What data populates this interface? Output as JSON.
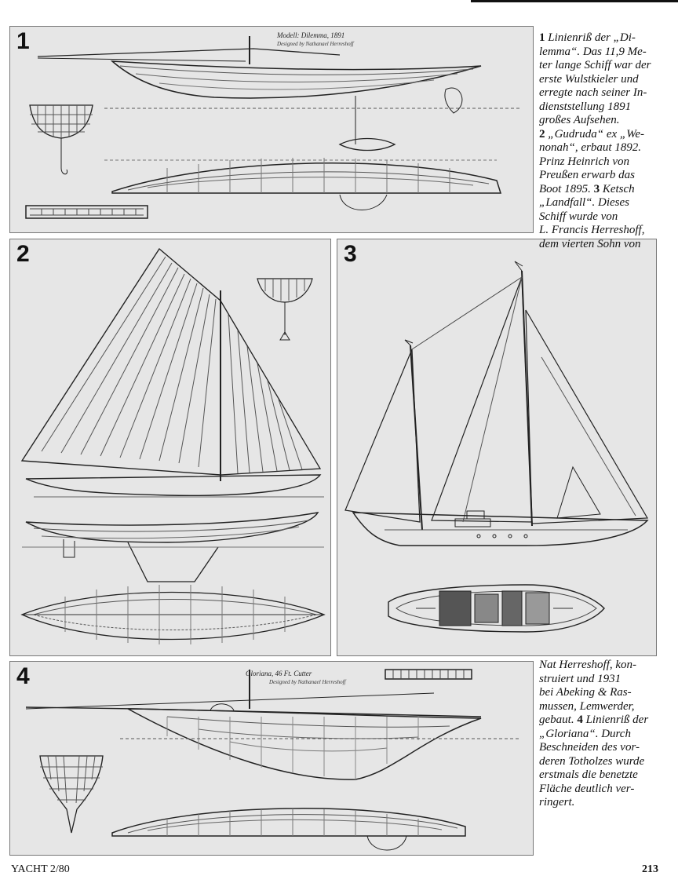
{
  "panels": [
    {
      "number": "1",
      "drawing_notes": [
        "Modell: Dilemma, 1891",
        "Designed by Nathanael Herreshoff"
      ]
    },
    {
      "number": "2"
    },
    {
      "number": "3"
    },
    {
      "number": "4",
      "drawing_notes": [
        "Gloriana, 46 Ft. Cutter",
        "Designed by Nathanael Herreshoff"
      ]
    }
  ],
  "captions": {
    "right_top": [
      {
        "num": "1",
        "text": "Linienriß der „Di-"
      },
      {
        "text": "lemma“. Das 11,9 Me-"
      },
      {
        "text": "ter lange Schiff war der"
      },
      {
        "text": "erste Wulstkieler und"
      },
      {
        "text": "erregte nach seiner In-"
      },
      {
        "text": "dienststellung 1891"
      },
      {
        "text": "großes Aufsehen."
      },
      {
        "num": "2",
        "text": "„Gudruda“ ex „We-"
      },
      {
        "text": "nonah“, erbaut 1892."
      },
      {
        "text": "Prinz Heinrich von"
      },
      {
        "text": "Preußen erwarb das"
      },
      {
        "num_after": "3",
        "text": "Boot 1895.",
        "tail": "Ketsch"
      },
      {
        "text": "„Landfall“. Dieses"
      },
      {
        "text": "Schiff wurde von"
      },
      {
        "text": "L. Francis Herreshoff,"
      },
      {
        "text": "dem vierten Sohn von"
      }
    ],
    "right_bottom": [
      {
        "text": "Nat Herreshoff, kon-"
      },
      {
        "text": "struiert und 1931"
      },
      {
        "text": "bei Abeking & Ras-"
      },
      {
        "text": "mussen, Lemwerder,"
      },
      {
        "num_after": "4",
        "text": "gebaut.",
        "tail": "Linienriß der"
      },
      {
        "text": "„Gloriana“. Durch"
      },
      {
        "text": "Beschneiden des vor-"
      },
      {
        "text": "deren Totholzes wurde"
      },
      {
        "text": "erstmals die benetzte"
      },
      {
        "text": "Fläche deutlich ver-"
      },
      {
        "text": "ringert."
      }
    ]
  },
  "footer": {
    "left": "YACHT 2/80",
    "right": "213"
  }
}
